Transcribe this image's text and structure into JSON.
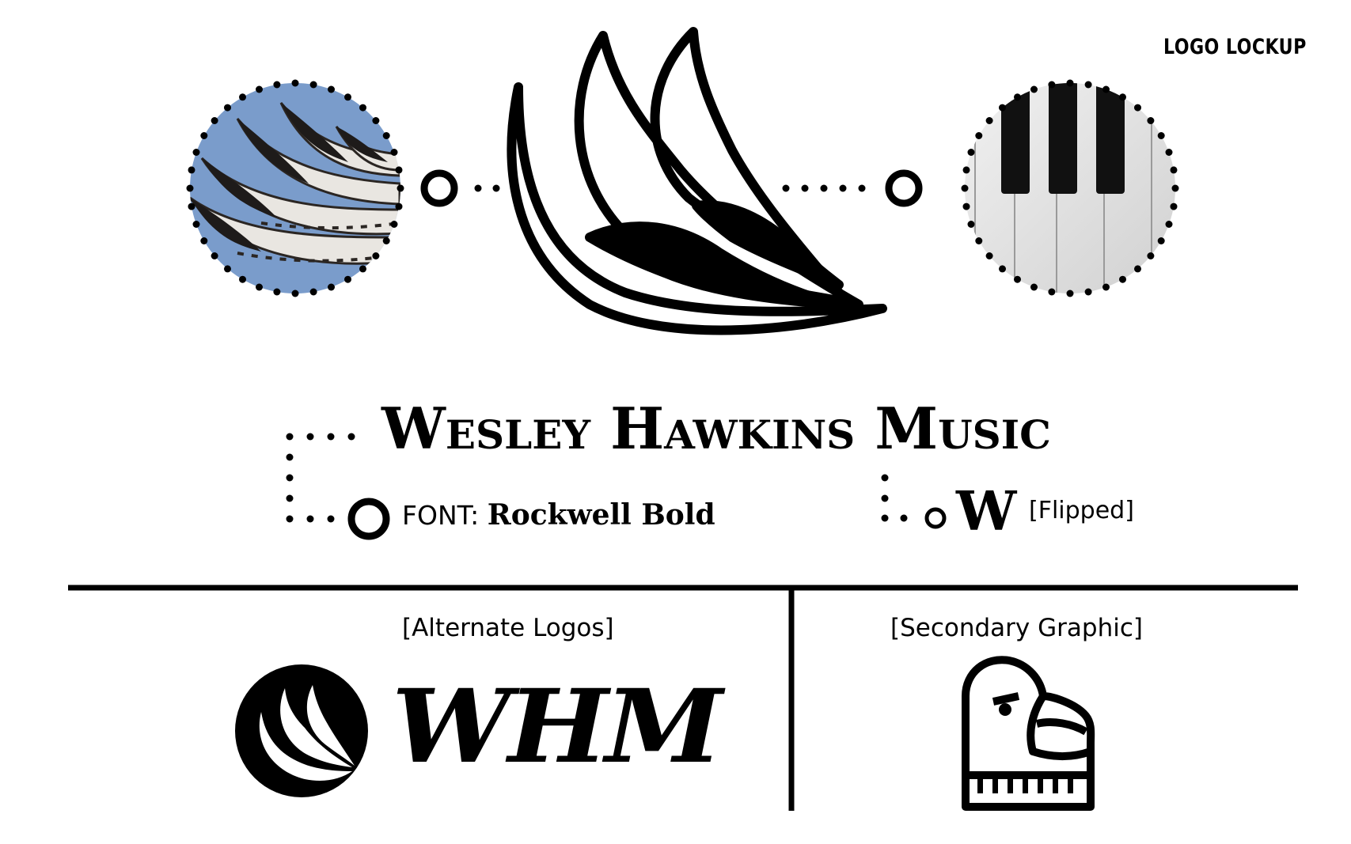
{
  "heading": "LOGO LOCKUP",
  "brand_name": {
    "words": [
      {
        "initial": "W",
        "rest": "ESLEY"
      },
      {
        "initial": "H",
        "rest": "AWKINS"
      },
      {
        "initial": "M",
        "rest": "USIC"
      }
    ]
  },
  "font_spec": {
    "label": "FONT:",
    "value": "Rockwell Bold"
  },
  "flipped_note": {
    "letter": "W",
    "label": "[Flipped]"
  },
  "alternate_logos": {
    "caption": "[Alternate Logos]",
    "monogram": "WHM"
  },
  "secondary_graphic": {
    "caption": "[Secondary Graphic]"
  },
  "photos": {
    "left": "feather-wing-photo",
    "right": "piano-keys-photo"
  },
  "colors": {
    "ink": "#000000",
    "paper": "#ffffff",
    "sky": "#7a9ccb"
  }
}
